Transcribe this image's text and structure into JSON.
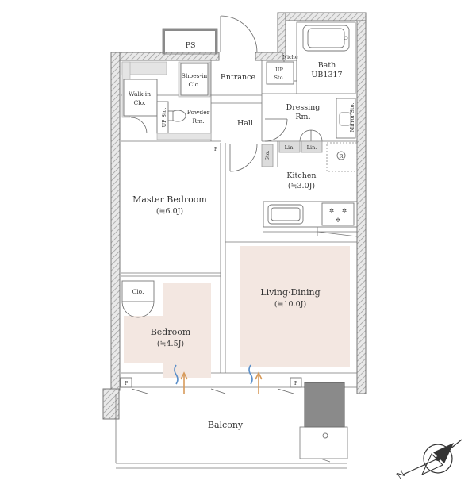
{
  "rooms": {
    "ps": "PS",
    "niche": "Niche",
    "entrance": "Entrance",
    "up_sto_bath": [
      "UP",
      "Sto."
    ],
    "bath": [
      "Bath",
      "UB1317"
    ],
    "walk_in": [
      "Walk-in",
      "Clo."
    ],
    "shoes_in": [
      "Shoes-in",
      "Clo."
    ],
    "up_sto_powder": "UP Sto.",
    "powder": [
      "Powder",
      "Rm."
    ],
    "dressing": [
      "Dressing",
      "Rm."
    ],
    "mirror_sto": "Mirror Sto.",
    "hall": "Hall",
    "lin_1": "Lin.",
    "lin_2": "Lin.",
    "sto": "Sto.",
    "p_1": "P",
    "kitchen": [
      "Kitchen",
      "(≒3.0J)"
    ],
    "refrigerator_mark": "R",
    "master_bedroom": [
      "Master Bedroom",
      "(≒6.0J)"
    ],
    "living_dining": [
      "Living·Dining",
      "(≒10.0J)"
    ],
    "clo": "Clo.",
    "bedroom": [
      "Bedroom",
      "(≒4.5J)"
    ],
    "p_2": "P",
    "p_3": "P",
    "balcony": "Balcony"
  },
  "compass": {
    "label": "N"
  },
  "colors": {
    "wall": "#8a8a8a",
    "room_fill": "#f3e7e1",
    "line": "#777777",
    "vent_blue": "#5b8fc9",
    "vent_orange": "#d79a5a"
  }
}
